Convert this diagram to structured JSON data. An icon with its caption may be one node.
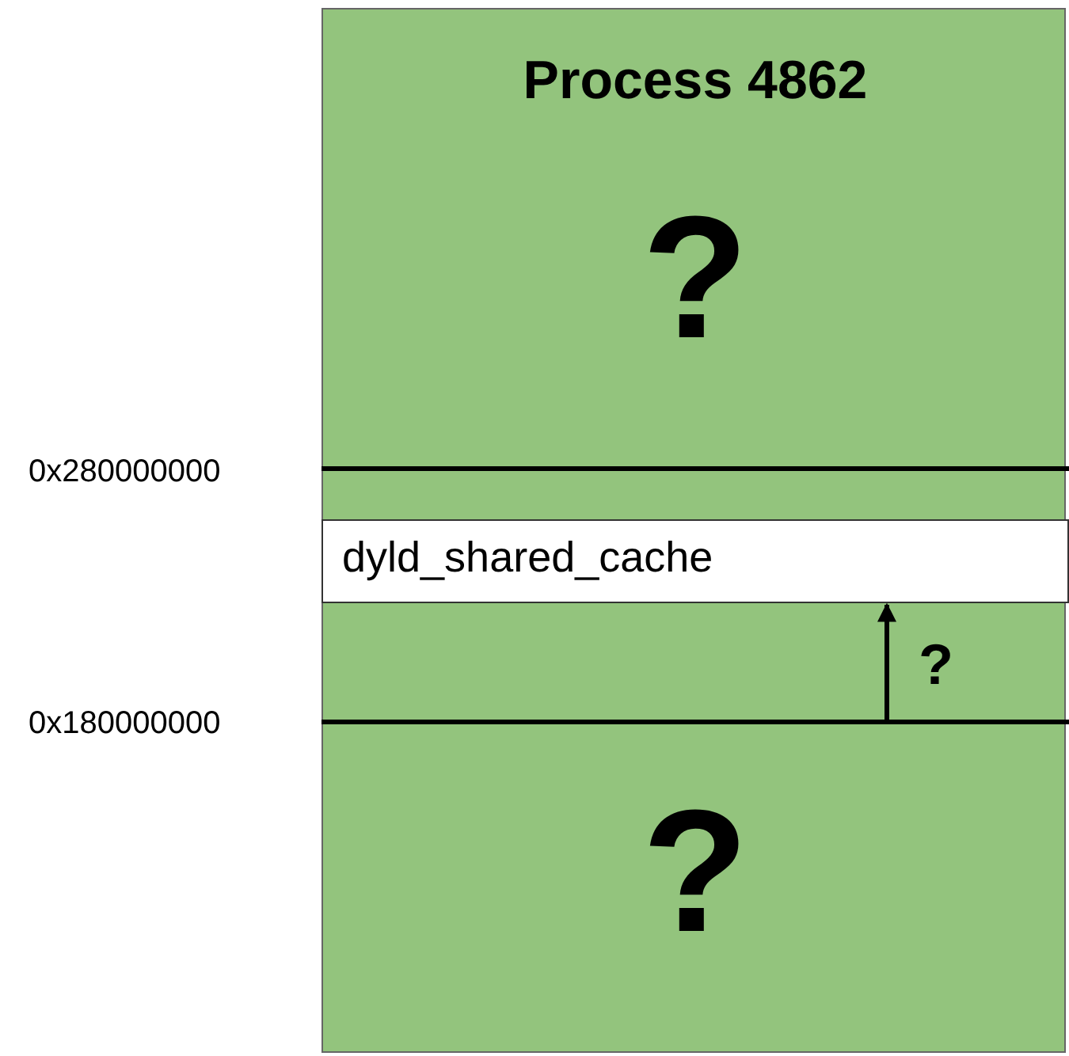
{
  "diagram": {
    "nodes": [
      {
        "text": [
          "Process 4862",
          "?",
          "?"
        ]
      },
      {
        "text": [
          "dyld_shared_cache"
        ],
        "in": 0
      }
    ],
    "edges": [
      {
        "from": null,
        "to": 1,
        "arrow": "to",
        "label": "?"
      }
    ],
    "labels": [
      "0x280000000",
      "0x180000000"
    ]
  }
}
